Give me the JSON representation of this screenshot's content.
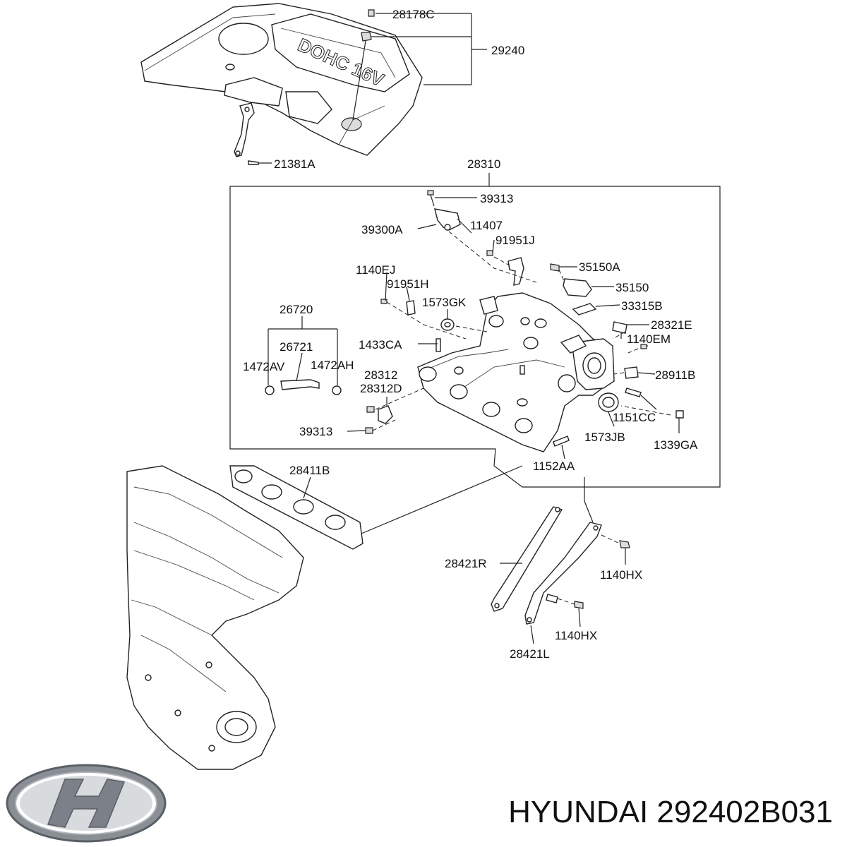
{
  "brand": {
    "logo_icon": "hyundai-logo-icon",
    "text": "HYUNDAI 292402B031"
  },
  "labels": {
    "p28178C": "28178C",
    "p29240": "29240",
    "p21381A": "21381A",
    "p28310": "28310",
    "p39313a": "39313",
    "p39300A": "39300A",
    "p11407": "11407",
    "p91951J": "91951J",
    "p35150A": "35150A",
    "p35150": "35150",
    "p1140EJ": "1140EJ",
    "p91951H": "91951H",
    "p1573GK": "1573GK",
    "p33315B": "33315B",
    "p28321E": "28321E",
    "p26720": "26720",
    "p1140EM": "1140EM",
    "p1433CA": "1433CA",
    "p26721": "26721",
    "p1472AV": "1472AV",
    "p1472AH": "1472AH",
    "p28312": "28312",
    "p28312D": "28312D",
    "p28911B": "28911B",
    "p1151CC": "1151CC",
    "p39313b": "39313",
    "p1573JB": "1573JB",
    "p1339GA": "1339GA",
    "p1152AA": "1152AA",
    "p28411B": "28411B",
    "p28421R": "28421R",
    "p1140HXa": "1140HX",
    "p1140HXb": "1140HX",
    "p28421L": "28421L"
  }
}
